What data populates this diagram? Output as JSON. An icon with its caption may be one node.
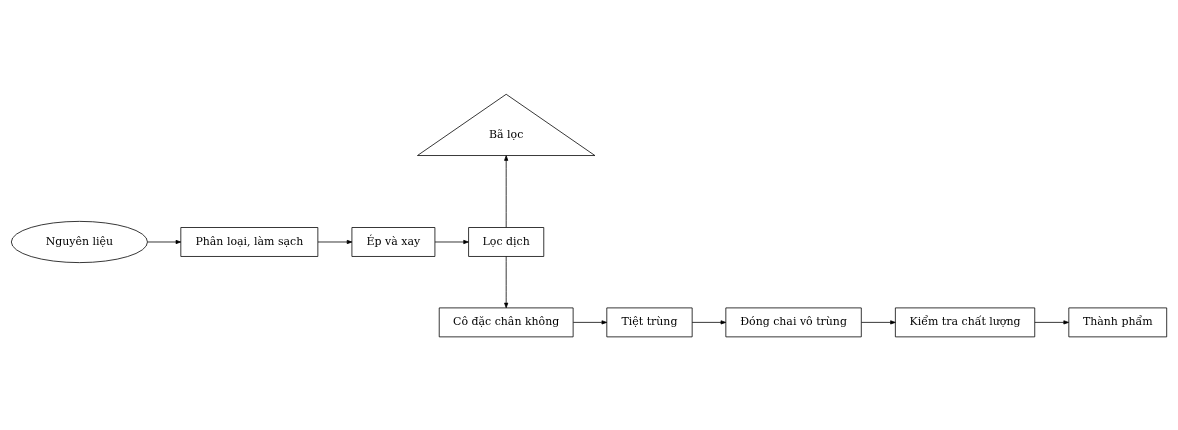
{
  "diagram": {
    "nodes": [
      {
        "text": [
          "Nguyên liệu"
        ]
      },
      {
        "text": [
          "Phân loại, làm sạch"
        ]
      },
      {
        "text": [
          "Ép và xay"
        ]
      },
      {
        "text": [
          "Lọc dịch"
        ]
      },
      {
        "text": [
          "Bã lọc"
        ]
      },
      {
        "text": [
          "Cô đặc chân không"
        ]
      },
      {
        "text": [
          "Tiệt trùng"
        ]
      },
      {
        "text": [
          "Đóng chai vô trùng"
        ]
      },
      {
        "text": [
          "Kiểm tra chất lượng"
        ]
      },
      {
        "text": [
          "Thành phẩm"
        ]
      }
    ],
    "edges": [
      {
        "from": 0,
        "to": 1,
        "arrow": "to"
      },
      {
        "from": 1,
        "to": 2,
        "arrow": "to"
      },
      {
        "from": 2,
        "to": 3,
        "arrow": "to"
      },
      {
        "from": 3,
        "to": 4,
        "arrow": "to"
      },
      {
        "from": 3,
        "to": 5,
        "arrow": "to"
      },
      {
        "from": 5,
        "to": 6,
        "arrow": "to"
      },
      {
        "from": 6,
        "to": 7,
        "arrow": "to"
      },
      {
        "from": 7,
        "to": 8,
        "arrow": "to"
      },
      {
        "from": 8,
        "to": 9,
        "arrow": "to"
      }
    ]
  }
}
